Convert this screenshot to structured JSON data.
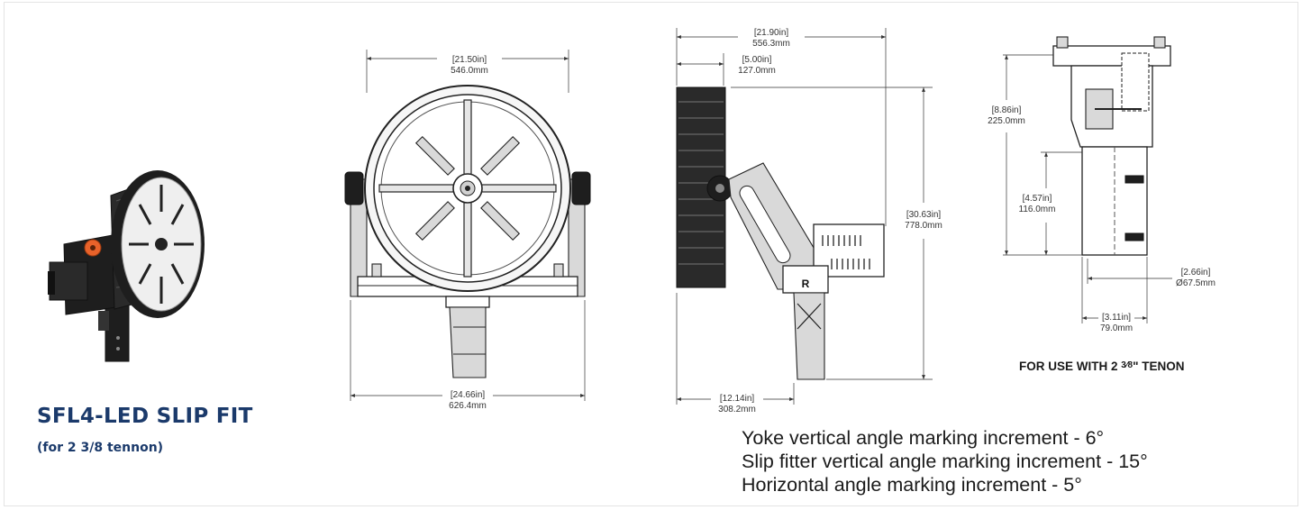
{
  "product": {
    "title": "SFL4-LED SLIP FIT",
    "subtitle": "(for 2 3/8 tennon)"
  },
  "front_view": {
    "dim_face_width": {
      "in": "[21.50in]",
      "mm": "546.0mm"
    },
    "dim_overall_width": {
      "in": "[24.66in]",
      "mm": "626.4mm"
    }
  },
  "side_view": {
    "dim_overall_depth": {
      "in": "[21.90in]",
      "mm": "556.3mm"
    },
    "dim_face_depth": {
      "in": "[5.00in]",
      "mm": "127.0mm"
    },
    "dim_height": {
      "in": "[30.63in]",
      "mm": "778.0mm"
    },
    "dim_bottom": {
      "in": "[12.14in]",
      "mm": "308.2mm"
    },
    "yoke_mark": "R"
  },
  "fitter_view": {
    "dim_top": {
      "in": "[8.86in]",
      "mm": "225.0mm"
    },
    "dim_mid": {
      "in": "[4.57in]",
      "mm": "116.0mm"
    },
    "dim_diameter": {
      "in": "[2.66in]",
      "mm": "Ø67.5mm"
    },
    "dim_width": {
      "in": "[3.11in]",
      "mm": "79.0mm"
    },
    "note": {
      "prefix": "FOR USE WITH 2 ",
      "fraction": "3⁄8",
      "suffix": "\" TENON"
    }
  },
  "increments": [
    "Yoke vertical angle marking increment - 6°",
    "Slip fitter vertical angle marking increment - 15°",
    "Horizontal angle marking increment - 5°"
  ],
  "colors": {
    "title_blue": "#1b3a6b",
    "accent_orange": "#e8622a",
    "fixture_black": "#1e1e1e"
  }
}
